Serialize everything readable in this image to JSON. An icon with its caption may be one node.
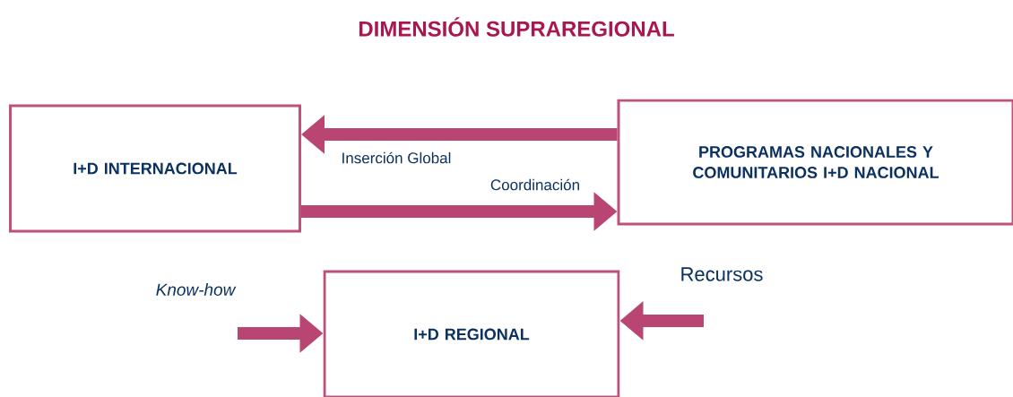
{
  "diagram": {
    "title": "DIMENSIÓN SUPRAREGIONAL",
    "nodes": [
      {
        "text": [
          "I+D INTERNACIONAL"
        ]
      },
      {
        "text": [
          "PROGRAMAS NACIONALES Y COMUNITARIOS I+D NACIONAL"
        ]
      },
      {
        "text": [
          "I+D REGIONAL"
        ]
      }
    ],
    "edges": [
      {
        "from": 1,
        "to": 0,
        "arrow": "to",
        "label": "Inserción Global"
      },
      {
        "from": 0,
        "to": 1,
        "arrow": "to",
        "label": "Coordinación"
      },
      {
        "from": null,
        "to": 2,
        "arrow": "to",
        "label": "Know-how"
      },
      {
        "from": null,
        "to": 2,
        "arrow": "to",
        "label": "Recursos"
      }
    ]
  }
}
